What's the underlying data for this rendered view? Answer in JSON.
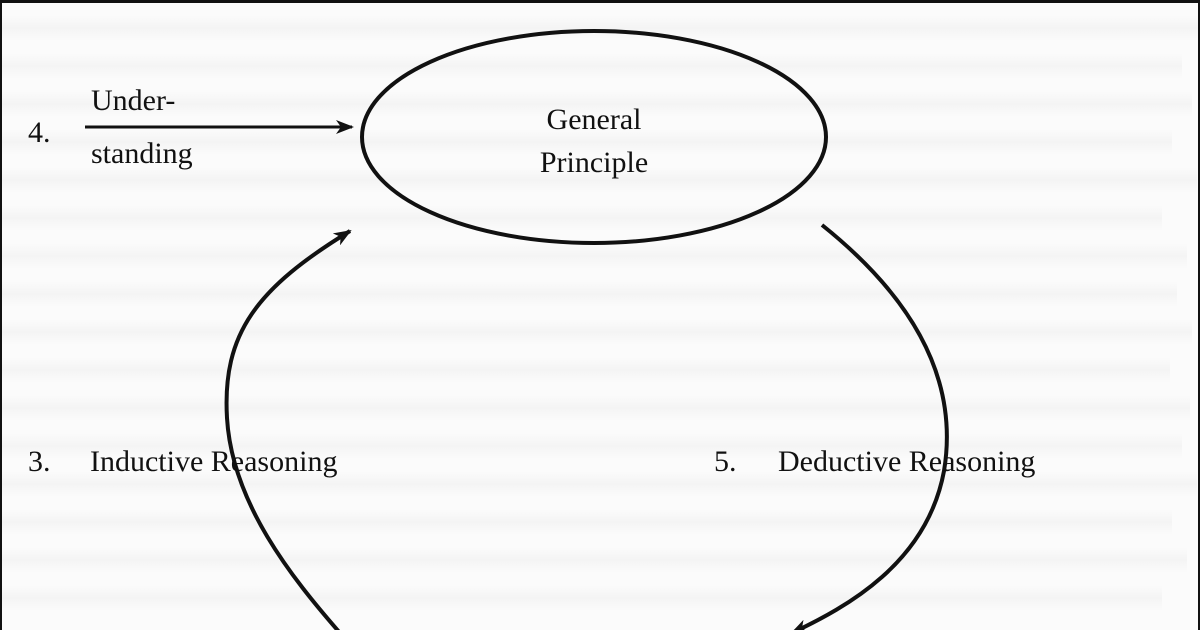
{
  "diagram": {
    "nodes": {
      "general_principle": {
        "line1": "General",
        "line2": "Principle"
      }
    },
    "labels": {
      "understanding_num": "4.",
      "understanding_line1": "Under-",
      "understanding_line2": "standing",
      "inductive_num": "3.",
      "inductive_text": "Inductive Reasoning",
      "deductive_num": "5.",
      "deductive_text": "Deductive Reasoning"
    },
    "colors": {
      "ink": "#111111",
      "page": "#fbfbfb"
    }
  }
}
